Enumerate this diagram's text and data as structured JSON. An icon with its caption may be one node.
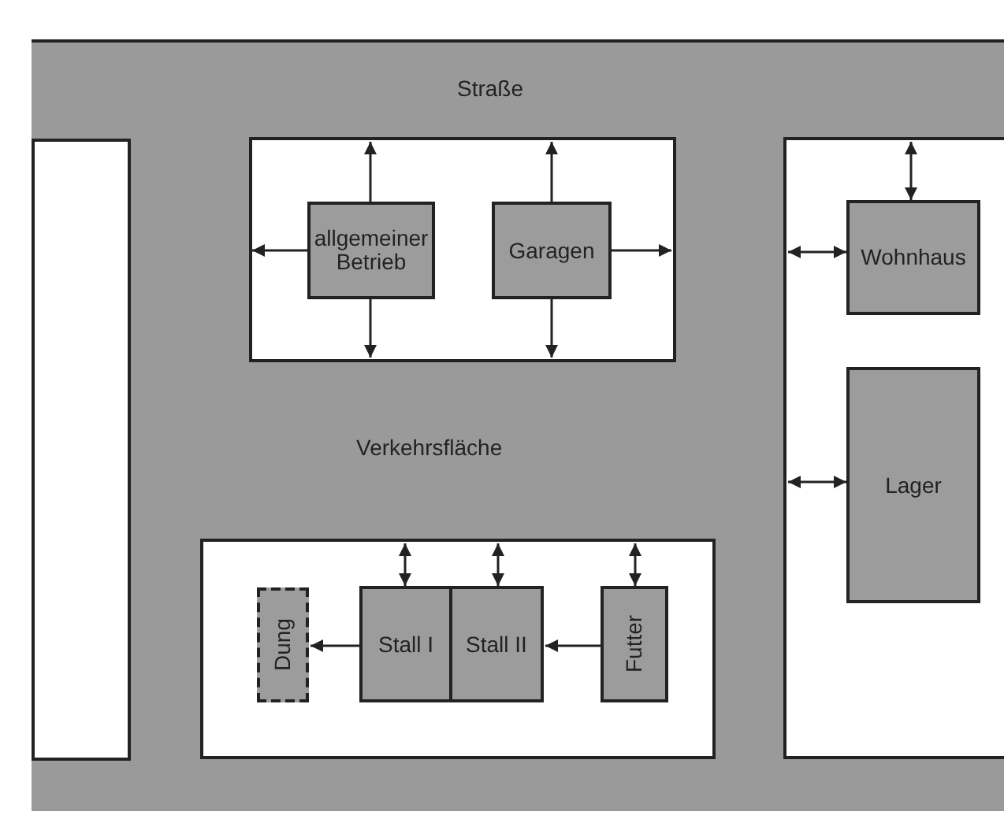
{
  "diagram": {
    "nodes": [
      {
        "text": [],
        "shape": "box"
      },
      {
        "text": [],
        "shape": "box"
      },
      {
        "text": [
          "allgemeiner Betrieb"
        ],
        "in": 1
      },
      {
        "text": [
          "Garagen"
        ],
        "in": 1
      },
      {
        "text": [],
        "shape": "box"
      },
      {
        "text": [
          "Wohnhaus"
        ],
        "in": 4
      },
      {
        "text": [
          "Lager"
        ],
        "in": 4
      },
      {
        "text": [],
        "shape": "box"
      },
      {
        "text": [
          "Dung"
        ],
        "in": 7
      },
      {
        "text": [
          "Stall I"
        ],
        "in": 7
      },
      {
        "text": [
          "Stall II"
        ],
        "in": 7
      },
      {
        "text": [
          "Futter"
        ],
        "in": 7
      }
    ],
    "edges": [
      {
        "from": 2,
        "to": null,
        "arrow": "to"
      },
      {
        "from": 2,
        "to": null,
        "arrow": "to"
      },
      {
        "from": 2,
        "to": null,
        "arrow": "to"
      },
      {
        "from": 3,
        "to": null,
        "arrow": "to"
      },
      {
        "from": 3,
        "to": null,
        "arrow": "to"
      },
      {
        "from": 3,
        "to": null,
        "arrow": "to"
      },
      {
        "from": 5,
        "to": null,
        "arrow": "both"
      },
      {
        "from": 5,
        "to": null,
        "arrow": "both"
      },
      {
        "from": 6,
        "to": null,
        "arrow": "both"
      },
      {
        "from": 9,
        "to": null,
        "arrow": "both"
      },
      {
        "from": 10,
        "to": null,
        "arrow": "both"
      },
      {
        "from": 11,
        "to": null,
        "arrow": "both"
      },
      {
        "from": 9,
        "to": 8,
        "arrow": "to"
      },
      {
        "from": 11,
        "to": 10,
        "arrow": "to"
      }
    ],
    "labels": [
      "Straße",
      "Verkehrsfläche"
    ]
  }
}
